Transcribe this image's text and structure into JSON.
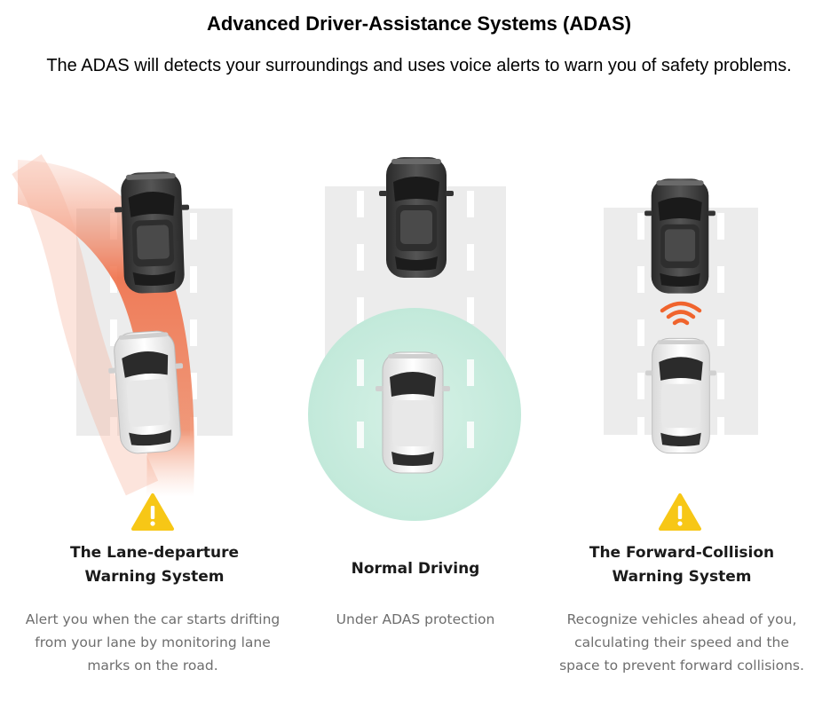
{
  "header": {
    "title": "Advanced Driver-Assistance Systems (ADAS)",
    "subtitle": "The ADAS will detects your surroundings and uses voice alerts to warn you of safety problems."
  },
  "panels": [
    {
      "id": "lane-departure",
      "title_lines": [
        "The Lane-departure",
        "Warning System"
      ],
      "desc_lines": [
        "Alert you when the car starts drifting",
        "from your lane by monitoring lane",
        "marks on the road."
      ],
      "icon": "warning-triangle-icon",
      "accent": "#f0704a"
    },
    {
      "id": "normal-driving",
      "title_lines": [
        "Normal Driving"
      ],
      "desc_lines": [
        "Under ADAS protection"
      ],
      "accent": "#bfe8d9"
    },
    {
      "id": "forward-collision",
      "title_lines": [
        "The Forward-Collision",
        "Warning System"
      ],
      "desc_lines": [
        "Recognize vehicles ahead of you,",
        "calculating their speed and the",
        "space to prevent forward collisions."
      ],
      "icon": "warning-triangle-icon",
      "signal_icon": "wireless-signal-icon",
      "accent": "#f0642d"
    }
  ],
  "colors": {
    "warning_yellow": "#f7c716",
    "road": "#ececec",
    "dark_car": "#3a3a3a",
    "white_car": "#f2f2f2"
  }
}
